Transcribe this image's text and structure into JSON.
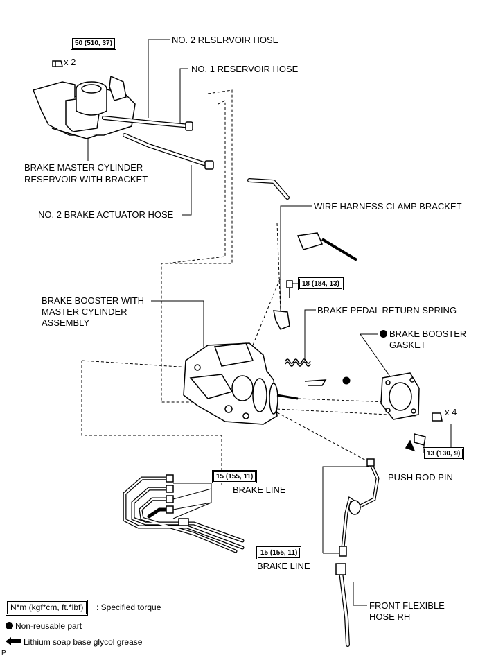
{
  "torques": {
    "t50": "50 (510, 37)",
    "t18": "18 (184, 13)",
    "t13": "13 (130, 9)",
    "t15a": "15 (155, 11)",
    "t15b": "15 (155, 11)"
  },
  "multipliers": {
    "nut_top": "x 2",
    "nut_gasket": "x 4"
  },
  "labels": {
    "no2_reservoir_hose": "NO. 2 RESERVOIR HOSE",
    "no1_reservoir_hose": "NO. 1 RESERVOIR HOSE",
    "master_cyl_reservoir_l1": "BRAKE MASTER CYLINDER",
    "master_cyl_reservoir_l2": "RESERVOIR WITH BRACKET",
    "no2_actuator_hose": "NO. 2 BRAKE ACTUATOR HOSE",
    "wire_harness_clamp": "WIRE HARNESS CLAMP BRACKET",
    "booster_l1": "BRAKE BOOSTER WITH",
    "booster_l2": "MASTER CYLINDER",
    "booster_l3": "ASSEMBLY",
    "pedal_return_spring": "BRAKE PEDAL RETURN SPRING",
    "booster_gasket_l1": "BRAKE BOOSTER",
    "booster_gasket_l2": "GASKET",
    "push_rod_pin": "PUSH ROD PIN",
    "brake_line_a": "BRAKE LINE",
    "brake_line_b": "BRAKE LINE",
    "front_hose_l1": "FRONT FLEXIBLE",
    "front_hose_l2": "HOSE RH"
  },
  "legend": {
    "torque_unit": "N*m (kgf*cm, ft.*lbf)",
    "torque_desc": ": Specified torque",
    "non_reusable": "Non-reusable part",
    "grease": "Lithium soap base glycol grease",
    "corner_mark": "P"
  },
  "icons": {
    "non_reusable": "filled-circle-icon",
    "grease": "grease-arrow-icon"
  }
}
